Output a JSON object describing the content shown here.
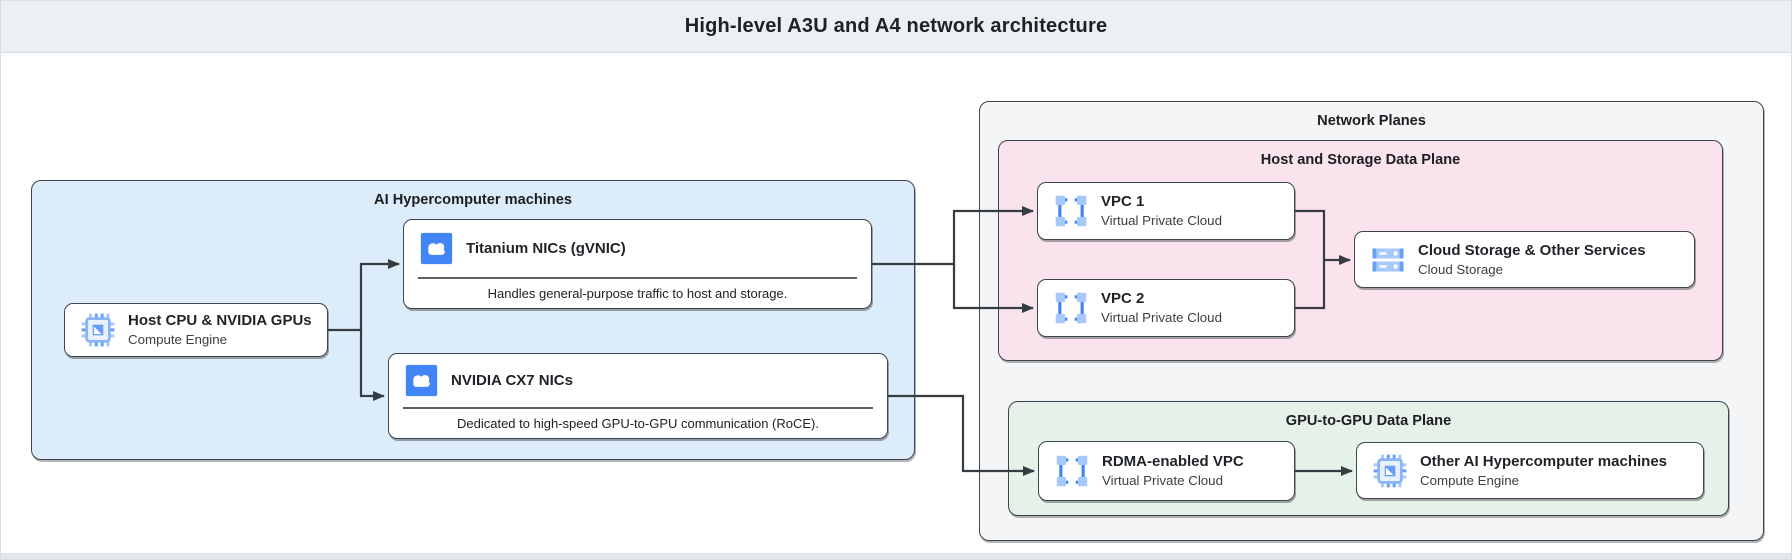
{
  "header": {
    "title": "High-level A3U and A4 network architecture"
  },
  "groups": {
    "ai_machines": {
      "label": "AI Hypercomputer machines"
    },
    "network_planes": {
      "label": "Network Planes"
    },
    "host_storage_plane": {
      "label": "Host and Storage Data Plane"
    },
    "gpu_plane": {
      "label": "GPU-to-GPU Data Plane"
    }
  },
  "nodes": {
    "host_cpu": {
      "title": "Host CPU & NVIDIA GPUs",
      "subtitle": "Compute Engine",
      "icon": "compute-engine-icon"
    },
    "titanium_nics": {
      "title": "Titanium NICs (gVNIC)",
      "description": "Handles general-purpose traffic to host and storage.",
      "icon": "cloud-nic-icon"
    },
    "nvidia_cx7_nics": {
      "title": "NVIDIA CX7 NICs",
      "description": "Dedicated to high-speed GPU-to-GPU communication (RoCE).",
      "icon": "cloud-nic-icon"
    },
    "vpc1": {
      "title": "VPC 1",
      "subtitle": "Virtual Private Cloud",
      "icon": "vpc-icon"
    },
    "vpc2": {
      "title": "VPC 2",
      "subtitle": "Virtual Private Cloud",
      "icon": "vpc-icon"
    },
    "cloud_storage": {
      "title": "Cloud Storage & Other Services",
      "subtitle": "Cloud Storage",
      "icon": "cloud-storage-icon"
    },
    "rdma_vpc": {
      "title": "RDMA-enabled VPC",
      "subtitle": "Virtual Private Cloud",
      "icon": "vpc-icon"
    },
    "other_machines": {
      "title": "Other AI Hypercomputer machines",
      "subtitle": "Compute Engine",
      "icon": "compute-engine-icon"
    }
  },
  "colors": {
    "accent_blue": "#4285f4",
    "light_blue": "#a6c8fa",
    "mid_blue": "#669df6",
    "machines_fill": "#ddecfa",
    "planes_fill": "#f4f5f6",
    "host_storage_fill": "#fbe3ed",
    "gpu_plane_fill": "#e6f2e9",
    "header_fill": "#edf0f2",
    "box_border": "#3d444b",
    "arrow": "#353c42"
  }
}
